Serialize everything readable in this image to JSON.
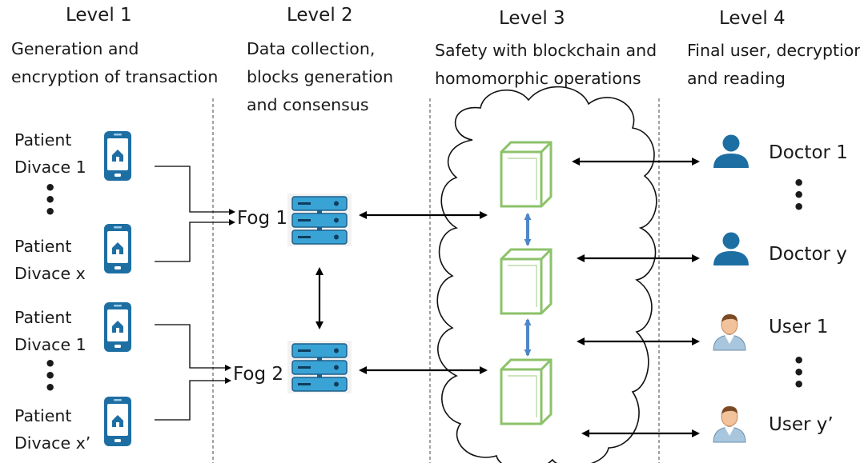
{
  "levels": [
    {
      "title": "Level 1",
      "desc_line1": "Generation and",
      "desc_line2": "encryption of transaction",
      "desc_line3": ""
    },
    {
      "title": "Level 2",
      "desc_line1": "Data collection,",
      "desc_line2": "blocks generation",
      "desc_line3": "and consensus"
    },
    {
      "title": "Level 3",
      "desc_line1": "Safety with blockchain and",
      "desc_line2": "homomorphic operations",
      "desc_line3": ""
    },
    {
      "title": "Level 4",
      "desc_line1": "Final user, decryption",
      "desc_line2": "and reading",
      "desc_line3": ""
    }
  ],
  "devices": [
    {
      "line1": "Patient",
      "line2": "Divace 1"
    },
    {
      "line1": "Patient",
      "line2": "Divace x"
    },
    {
      "line1": "Patient",
      "line2": "Divace 1"
    },
    {
      "line1": "Patient",
      "line2": "Divace x’"
    }
  ],
  "fogs": [
    "Fog 1",
    "Fog 2"
  ],
  "end_users": [
    "Doctor 1",
    "Doctor y",
    "User 1",
    "User y’"
  ],
  "ellipsis": "•\n•\n•",
  "colors": {
    "phone": "#1d6fa3",
    "server": "#3aa3d6",
    "block": "#8cc26a",
    "link_arrow": "#4f86c6",
    "doctor": "#1d6fa3",
    "user_skin": "#f2c29b"
  },
  "icons": [
    "smartphone-icon",
    "server-icon",
    "blockchain-block-icon",
    "doctor-icon",
    "user-icon",
    "cloud-icon"
  ]
}
